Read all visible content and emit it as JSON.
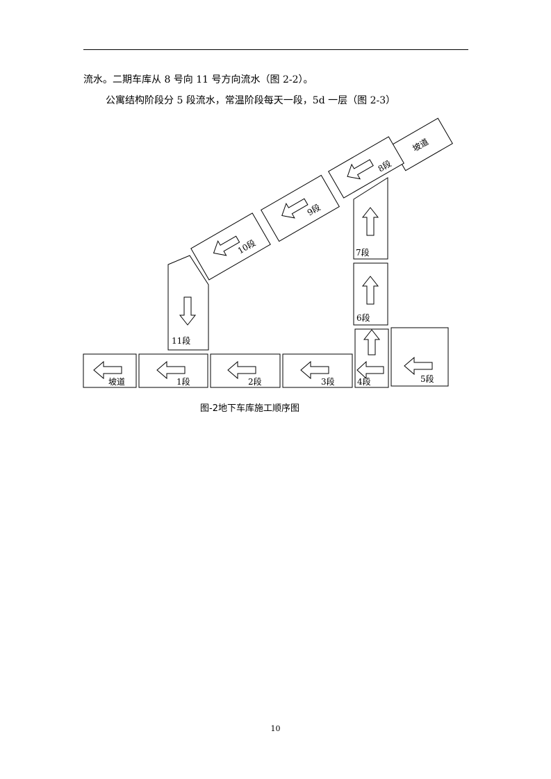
{
  "text": {
    "para1": "流水。二期车库从 8 号向 11 号方向流水（图 2-2）。",
    "para2": "公寓结构阶段分 5 段流水，常温阶段每天一段，5d 一层（图 2-3）",
    "caption": "图-2地下车库施工顺序图",
    "page_number": "10"
  },
  "diagram": {
    "ramp_right": "坡道",
    "ramp_left": "坡道",
    "seg1": "1段",
    "seg2": "2段",
    "seg3": "3段",
    "seg4": "4段",
    "seg5": "5段",
    "seg6": "6段",
    "seg7": "7段",
    "seg8": "8段",
    "seg9": "9段",
    "seg10": "10段",
    "seg11": "11段"
  }
}
